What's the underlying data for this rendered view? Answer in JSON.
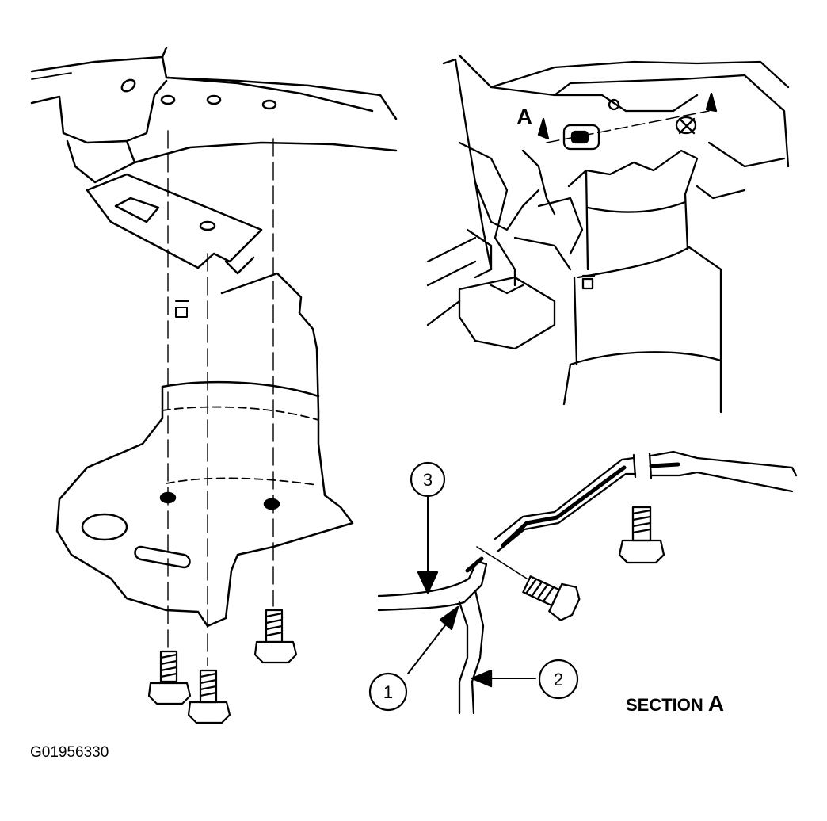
{
  "figure_id": "G01956330",
  "section_title": "SECTION A",
  "view_marker": "A",
  "callouts": [
    "1",
    "2",
    "3"
  ],
  "colors": {
    "ink": "#000000",
    "paper": "#ffffff"
  }
}
